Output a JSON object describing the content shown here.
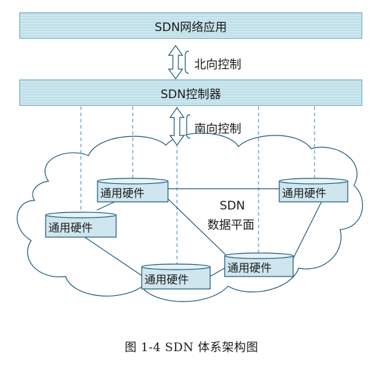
{
  "layers": {
    "application": "SDN网络应用",
    "controller": "SDN控制器"
  },
  "interfaces": {
    "northbound": "北向控制",
    "southbound": "南向控制"
  },
  "data_plane": {
    "line1": "SDN",
    "line2": "数据平面",
    "device_label": "通用硬件"
  },
  "caption": "图 1-4    SDN 体系架构图",
  "colors": {
    "bar_fill": "#c7e3ec",
    "bar_border": "#6aa7bd",
    "device_fill": "#cfe6ee",
    "line": "#1e5a7a",
    "dash": "#3b86b3"
  }
}
